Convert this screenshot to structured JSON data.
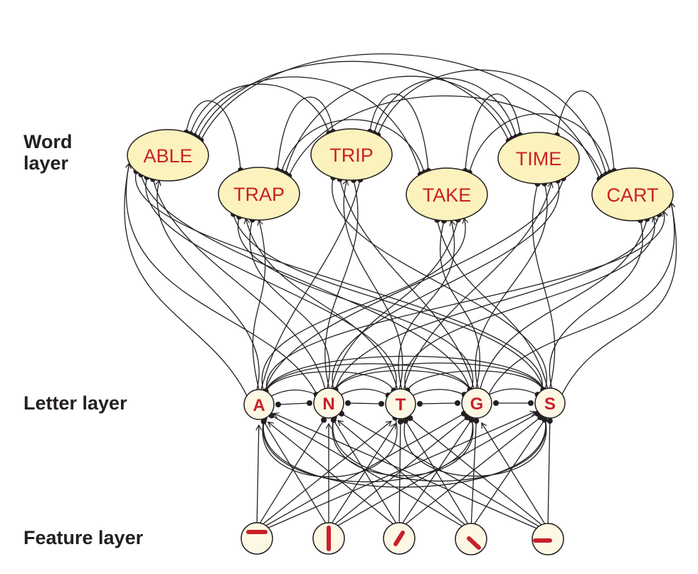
{
  "labels": {
    "word_layer": "Word layer",
    "letter_layer": "Letter layer",
    "feature_layer": "Feature layer"
  },
  "colors": {
    "word_fill": "#fcf2bd",
    "node_fill": "#fdf8e4",
    "text_red": "#c8202a",
    "line": "#231f20"
  },
  "words": [
    {
      "id": "ABLE",
      "label": "ABLE"
    },
    {
      "id": "TRAP",
      "label": "TRAP"
    },
    {
      "id": "TRIP",
      "label": "TRIP"
    },
    {
      "id": "TAKE",
      "label": "TAKE"
    },
    {
      "id": "TIME",
      "label": "TIME"
    },
    {
      "id": "CART",
      "label": "CART"
    }
  ],
  "letters": [
    {
      "id": "A",
      "label": "A"
    },
    {
      "id": "N",
      "label": "N"
    },
    {
      "id": "T",
      "label": "T"
    },
    {
      "id": "G",
      "label": "G"
    },
    {
      "id": "S",
      "label": "S"
    }
  ],
  "features": [
    {
      "id": "f1",
      "stroke": "horizontal-top"
    },
    {
      "id": "f2",
      "stroke": "vertical"
    },
    {
      "id": "f3",
      "stroke": "diagonal-right"
    },
    {
      "id": "f4",
      "stroke": "diagonal-left"
    },
    {
      "id": "f5",
      "stroke": "horizontal-middle"
    }
  ],
  "connection_types": {
    "excitatory": "arrowhead",
    "inhibitory": "filled-dot"
  }
}
